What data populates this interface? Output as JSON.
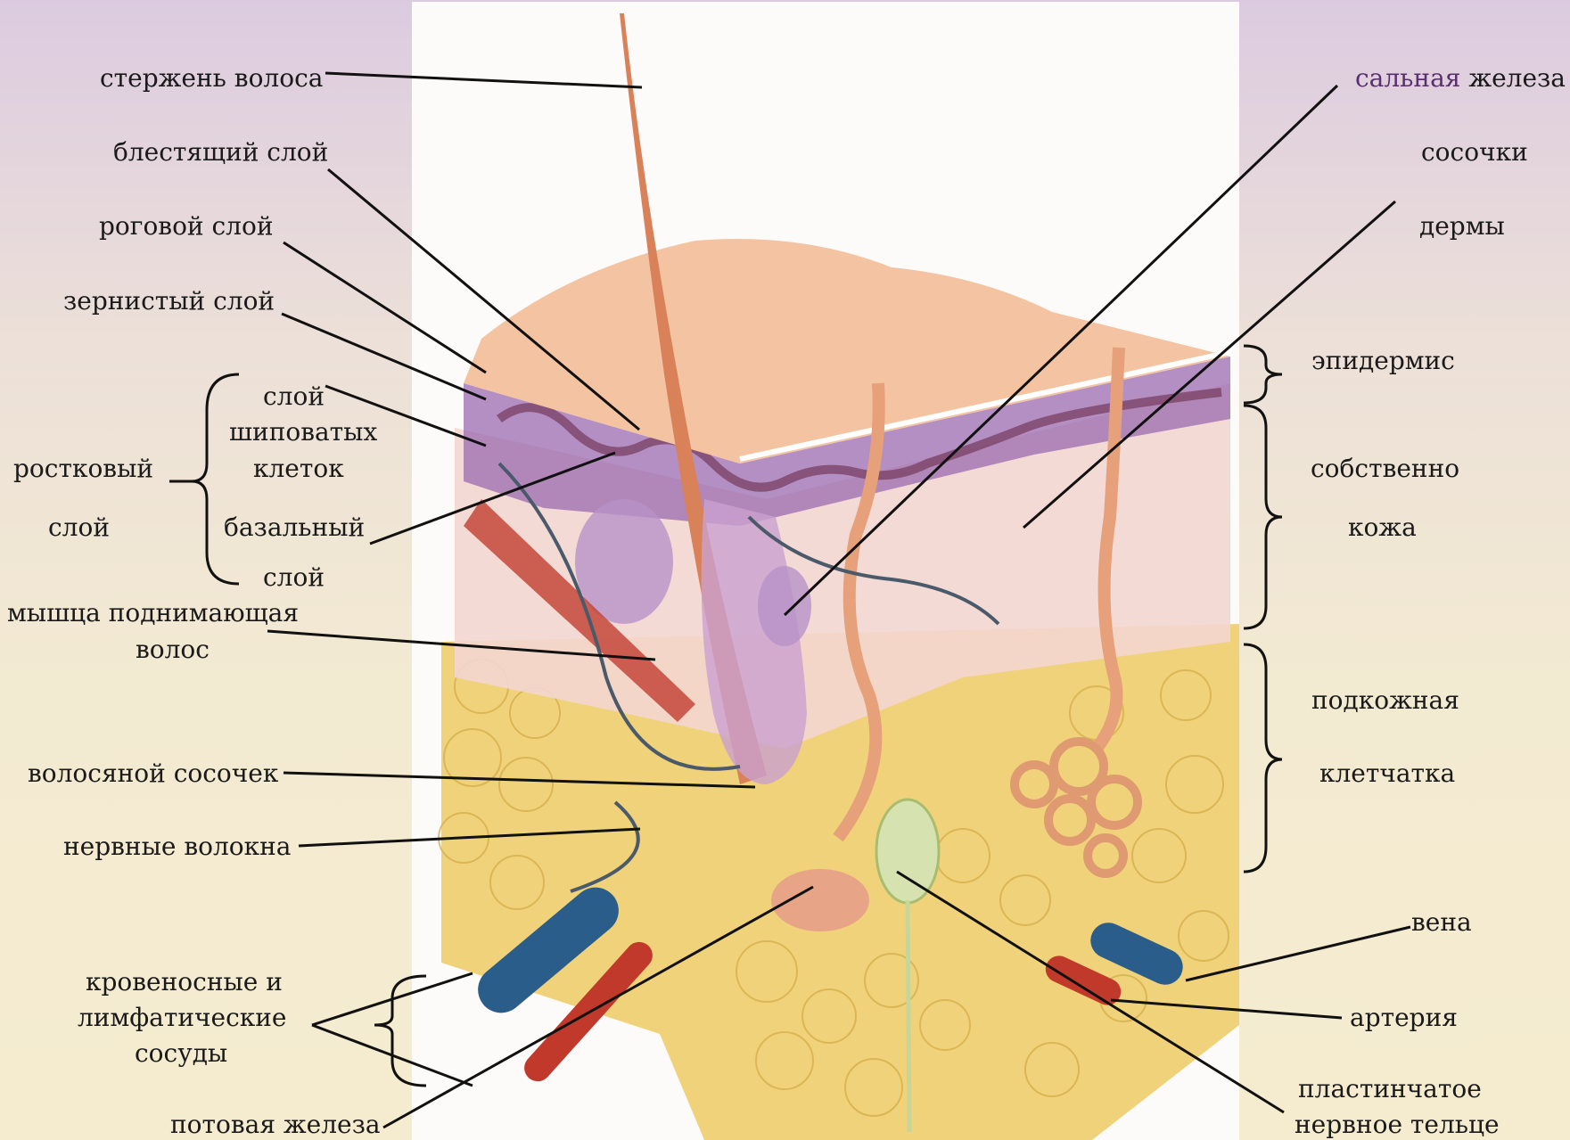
{
  "colors": {
    "background_top": "#dccbe0",
    "background_bottom": "#f5ecd0",
    "epidermis": "#9b6bb0",
    "dermis": "#f3d6d0",
    "fat": "#f0d27a",
    "hair": "#d9825a",
    "artery": "#c0392b",
    "vein": "#2b5d8a",
    "accent_text": "#5a2f6e"
  },
  "labels": {
    "hair_shaft": "стержень волоса",
    "stratum_lucidum": "блестящий слой",
    "stratum_corneum": "роговой слой",
    "stratum_granulosum": "зернистый слой",
    "spinous_1": "слой",
    "spinous_2": "шиповатых",
    "spinous_3": "клеток",
    "basal_1": "базальный",
    "basal_2": "слой",
    "germinal_1": "ростковый",
    "germinal_2": "слой",
    "arrector_1": "мышца поднимающая",
    "arrector_2": "волос",
    "hair_papilla": "волосяной сосочек",
    "nerve_fibers": "нервные волокна",
    "vessels_1": "кровеносные и",
    "vessels_2": "лимфатические",
    "vessels_3": "сосуды",
    "sweat_gland": "потовая железа",
    "sebaceous_1": "сальная",
    "sebaceous_2": "железа",
    "papillae_1": "сосочки",
    "papillae_2": "дермы",
    "epidermis": "эпидермис",
    "dermis_1": "собственно",
    "dermis_2": "кожа",
    "hypodermis_1": "подкожная",
    "hypodermis_2": "клетчатка",
    "vein": "вена",
    "artery": "артерия",
    "pacinian_1": "пластинчатое",
    "pacinian_2": "нервное тельце"
  }
}
